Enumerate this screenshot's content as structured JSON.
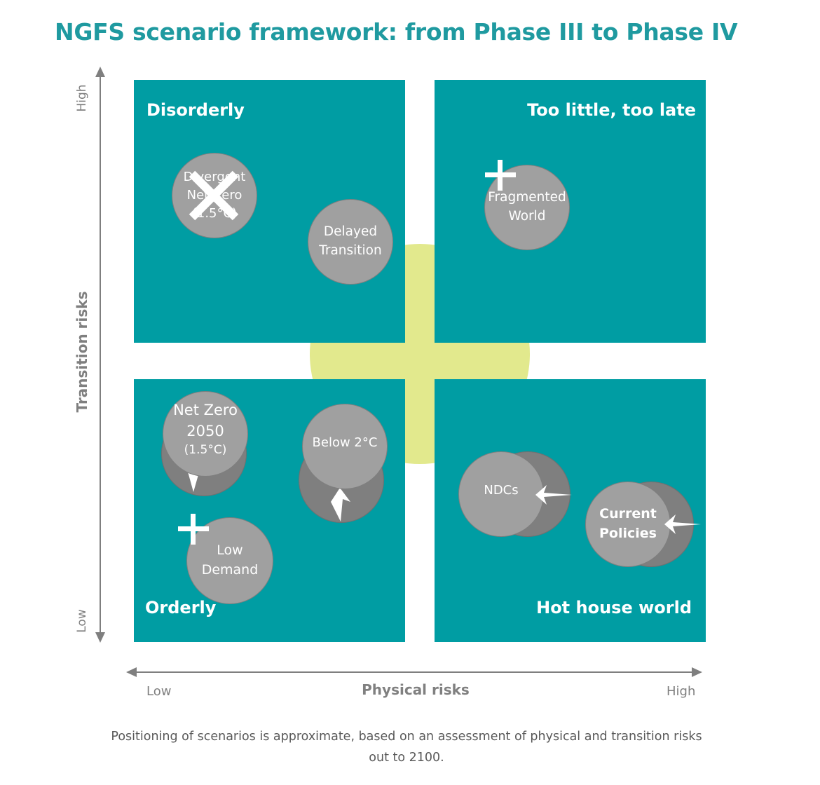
{
  "title": "NGFS scenario framework: from Phase III to Phase IV",
  "quadrants": {
    "disorderly": "Disorderly",
    "too_little_too_late": "Too little, too late",
    "orderly": "Orderly",
    "hot_house_world": "Hot house world"
  },
  "scenarios": {
    "divergent_net_zero": "Divergent\nNet Zero\n(1.5°C)",
    "delayed_transition": "Delayed\nTransition",
    "fragmented_world": "Fragmented\nWorld",
    "net_zero_2050": "Net Zero\n2050",
    "net_zero_2050_sub": "(1.5°C)",
    "below_2c": "Below 2°C",
    "low_demand": "Low\nDemand",
    "ndcs": "NDCs",
    "current_policies": "Current\nPolicies"
  },
  "axes": {
    "y_label": "Transition risks",
    "y_high": "High",
    "y_low": "Low",
    "x_label": "Physical risks",
    "x_low": "Low",
    "x_high": "High"
  },
  "footnote": "Positioning of scenarios is approximate, based on an assessment of physical and transition risks out to 2100.",
  "colors": {
    "quadrant": "#009da3",
    "center_blob": "#e2e98d",
    "title": "#1f9aa0",
    "circle": "#a0a0a0",
    "circle_shadow": "#7f7f7f"
  }
}
